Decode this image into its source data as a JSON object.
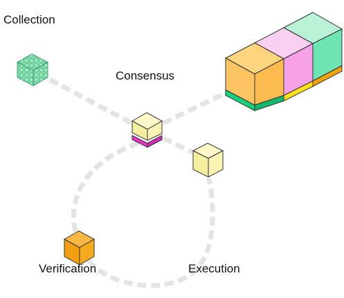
{
  "labels": {
    "collection": "Collection",
    "consensus": "Consensus",
    "verification": "Verification",
    "execution": "Execution"
  },
  "colors": {
    "path": "#e4e4e4",
    "collection_cube": "#7fd9a8",
    "consensus_cube": "#fbf5b0",
    "consensus_band": "#e635c9",
    "execution_cube": "#fbf5b0",
    "verification_cube": "#f5a51a",
    "chain_orange": "#fdc463",
    "chain_pink": "#f7a2e6",
    "chain_green": "#6ee5b2",
    "chain_band_green": "#18cf7d",
    "chain_band_yellow": "#ffe21a",
    "chain_band_orange": "#f4a10e"
  }
}
